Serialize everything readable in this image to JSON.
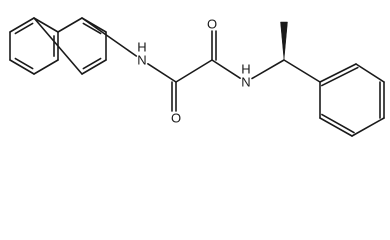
{
  "molecule": {
    "atoms": [
      {
        "id": "a1",
        "label": ""
      },
      {
        "id": "a2",
        "label": ""
      },
      {
        "id": "a3",
        "label": ""
      },
      {
        "id": "a4",
        "label": ""
      },
      {
        "id": "a5",
        "label": ""
      },
      {
        "id": "a6",
        "label": ""
      },
      {
        "id": "a7",
        "label": ""
      },
      {
        "id": "a8",
        "label": ""
      },
      {
        "id": "a9",
        "label": ""
      },
      {
        "id": "a10",
        "label": ""
      },
      {
        "id": "n1",
        "label": "N"
      },
      {
        "id": "c11",
        "label": ""
      },
      {
        "id": "o1",
        "label": "O"
      },
      {
        "id": "c12",
        "label": ""
      },
      {
        "id": "o2",
        "label": "O"
      },
      {
        "id": "n2",
        "label": "N"
      },
      {
        "id": "c13",
        "label": ""
      },
      {
        "id": "c14",
        "label": ""
      },
      {
        "id": "p1",
        "label": ""
      },
      {
        "id": "p2",
        "label": ""
      },
      {
        "id": "p3",
        "label": ""
      },
      {
        "id": "p4",
        "label": ""
      },
      {
        "id": "p5",
        "label": ""
      },
      {
        "id": "p6",
        "label": ""
      }
    ],
    "n_h_labels": [
      "H",
      "H"
    ],
    "bonds": [
      {
        "from": "a1",
        "to": "a2",
        "order": 1
      },
      {
        "from": "a2",
        "to": "a3",
        "order": 2
      },
      {
        "from": "a3",
        "to": "a4",
        "order": 1
      },
      {
        "from": "a4",
        "to": "a5",
        "order": 2
      },
      {
        "from": "a5",
        "to": "a6",
        "order": 1
      },
      {
        "from": "a6",
        "to": "a1",
        "order": 2
      },
      {
        "from": "a5",
        "to": "a7",
        "order": 1
      },
      {
        "from": "a7",
        "to": "a8",
        "order": 2
      },
      {
        "from": "a8",
        "to": "a9",
        "order": 1
      },
      {
        "from": "a9",
        "to": "a10",
        "order": 2
      },
      {
        "from": "a10",
        "to": "a6",
        "order": 1
      },
      {
        "from": "a7",
        "to": "n1",
        "order": 1
      },
      {
        "from": "n1",
        "to": "c11",
        "order": 1
      },
      {
        "from": "c11",
        "to": "o1",
        "order": 2
      },
      {
        "from": "c11",
        "to": "c12",
        "order": 1
      },
      {
        "from": "c12",
        "to": "o2",
        "order": 2
      },
      {
        "from": "c12",
        "to": "n2",
        "order": 1
      },
      {
        "from": "n2",
        "to": "c13",
        "order": 1
      },
      {
        "from": "c13",
        "to": "c14",
        "order": 1,
        "stereo": "wedge"
      },
      {
        "from": "c13",
        "to": "p1",
        "order": 1
      },
      {
        "from": "p1",
        "to": "p2",
        "order": 2
      },
      {
        "from": "p2",
        "to": "p3",
        "order": 1
      },
      {
        "from": "p3",
        "to": "p4",
        "order": 2
      },
      {
        "from": "p4",
        "to": "p5",
        "order": 1
      },
      {
        "from": "p5",
        "to": "p6",
        "order": 2
      },
      {
        "from": "p6",
        "to": "p1",
        "order": 1
      }
    ],
    "colors": {
      "bond": "#1a1a1a",
      "background": "#ffffff"
    }
  }
}
